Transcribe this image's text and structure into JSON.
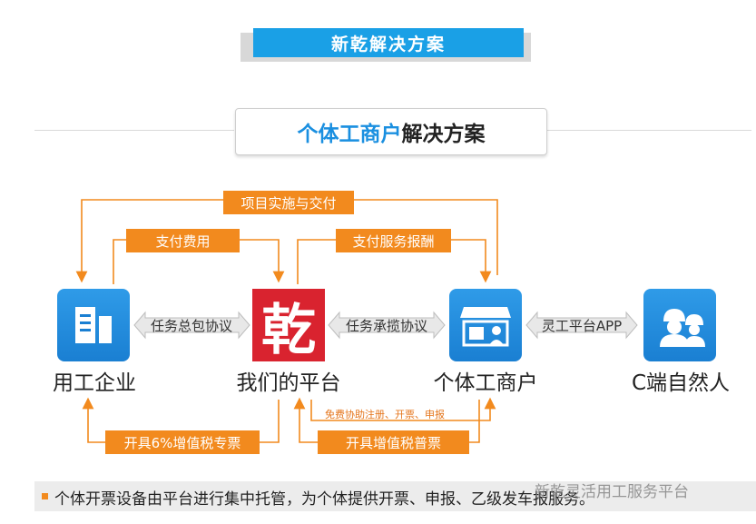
{
  "header": {
    "title": "新乾解决方案"
  },
  "subtitle": {
    "accent": "个体工商户",
    "rest": "解决方案"
  },
  "flows": {
    "project_delivery": "项目实施与交付",
    "payment": "支付费用",
    "service_payment": "支付服务报酬",
    "task_agreement": "任务总包协议",
    "task_accept_agreement": "任务承揽协议",
    "platform_app": "灵工平台APP",
    "vat_special": "开具6%增值税专票",
    "vat_normal": "开具增值税普票",
    "free_assist": "免费协助注册、开票、申报"
  },
  "nodes": {
    "enterprise": "用工企业",
    "platform": "我们的平台",
    "business": "个体工商户",
    "person": "C端自然人"
  },
  "logo": {
    "char": "乾"
  },
  "footer": {
    "text": "个体开票设备由平台进行集中托管，为个体提供开票、申报、乙级发车报服务。"
  },
  "watermark": {
    "text": "新乾灵活用工服务平台"
  },
  "colors": {
    "accent_orange": "#f28a1e",
    "brand_blue": "#1aa0e6",
    "logo_red": "#d9232f"
  }
}
